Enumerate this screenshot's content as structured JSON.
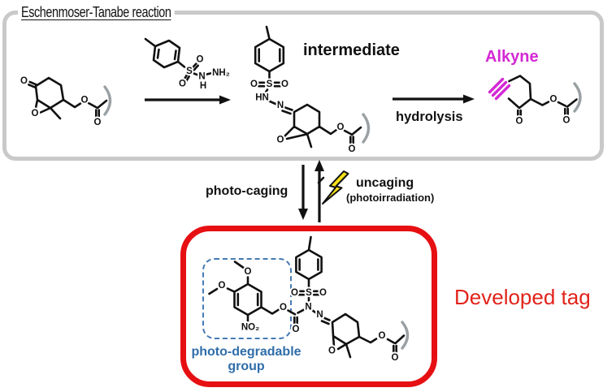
{
  "panel": {
    "title": "Eschenmoser-Tanabe reaction"
  },
  "labels": {
    "intermediate": "intermediate",
    "hydrolysis": "hydrolysis",
    "alkyne": "Alkyne",
    "photo_caging": "photo-caging",
    "uncaging": "uncaging",
    "photoirradiation": "(photoirradiation)",
    "developed_tag": "Developed tag",
    "photo_degradable": "photo-degradable",
    "group": "group"
  },
  "colors": {
    "accent_magenta": "#d428d4",
    "accent_red": "#e60f12",
    "developed_tag_text": "#e2231a",
    "accent_blue": "#2f6daa",
    "dashed_box_blue": "#4579b3",
    "panel_border_gray": "#c9c9c9",
    "r_group_gray": "#9aa0a3",
    "bolt_yellow": "#f7e01a"
  },
  "molecules": {
    "epoxy_ketone": {
      "ketone_O": "O",
      "epoxide_O": "O",
      "ester_O": "O",
      "ester_carbonyl_O": "O"
    },
    "tosylhydrazide": {
      "S": "S",
      "O_top": "O",
      "O_bottom": "O",
      "N": "N",
      "H": "H",
      "NH2": "NH₂"
    },
    "intermediate": {
      "O_left": "O",
      "S": "S",
      "O_right": "O",
      "HN": "HN",
      "N": "N",
      "epoxide_O": "O",
      "ester_O": "O",
      "ester_carbonyl_O": "O"
    },
    "alkyne_product": {
      "ketone_O": "O",
      "ester_O": "O",
      "ester_carbonyl_O": "O"
    },
    "developed_tag": {
      "methoxy_O_top": "O",
      "methoxy_O_left": "O",
      "NO2": "NO₂",
      "benzylic_O": "O",
      "carbamate_O": "O",
      "O_left": "O",
      "S": "S",
      "O_right": "O",
      "N1": "N",
      "N2": "N",
      "epoxide_O": "O",
      "ester_O": "O",
      "ester_carbonyl_O": "O"
    }
  }
}
